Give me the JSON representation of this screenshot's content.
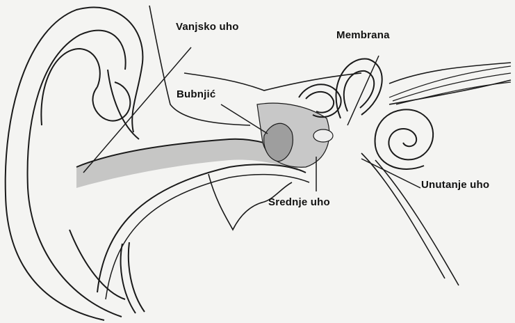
{
  "labels": {
    "outer_ear": "Vanjsko uho",
    "membrane": "Membrana",
    "eardrum": "Bubnjić",
    "inner_ear": "Unutanje uho",
    "middle_ear": "Srednje uho"
  },
  "colors": {
    "background": "#f4f4f2",
    "outline": "#1a1a1a",
    "canal_shading": "#bdbdbd",
    "labels": "#111111"
  }
}
